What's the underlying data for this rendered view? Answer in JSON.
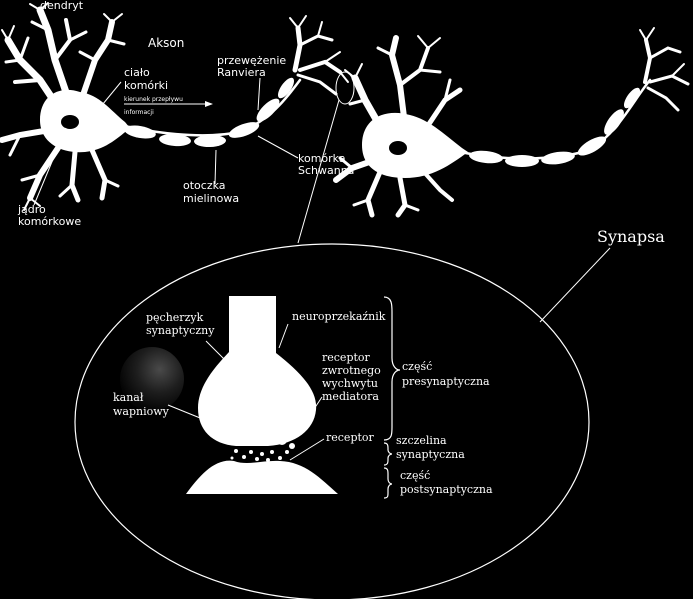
{
  "colors": {
    "background": "#000000",
    "foreground": "#ffffff"
  },
  "neuron": {
    "dendrite": "dendryt",
    "axon": "Akson",
    "cell_body": [
      "ciało",
      "komórki"
    ],
    "node_of_ranvier": [
      "przewężenie",
      "Ranviera"
    ],
    "flow_direction": [
      "kierunek przepływu",
      "informacji"
    ],
    "schwann_cell": [
      "komórka",
      "Schwanna"
    ],
    "myelin_sheath": [
      "otoczka",
      "mielinowa"
    ],
    "nucleus": [
      "jądro",
      "komórkowe"
    ]
  },
  "synapse": {
    "title": "Synapsa",
    "synaptic_vesicle": [
      "pęcherzyk",
      "synaptyczny"
    ],
    "neurotransmitter": "neuroprzekaźnik",
    "reuptake_receptor": [
      "receptor",
      "zwrotnego",
      "wychwytu",
      "mediatora"
    ],
    "calcium_channel": [
      "kanał",
      "wapniowy"
    ],
    "receptor": "receptor",
    "presynaptic_part": [
      "część",
      "presynaptyczna"
    ],
    "synaptic_cleft": [
      "szczelina",
      "synaptyczna"
    ],
    "postsynaptic_part": [
      "część",
      "postsynaptyczna"
    ]
  }
}
